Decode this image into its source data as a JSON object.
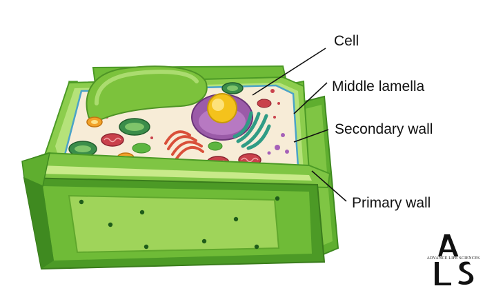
{
  "labels": {
    "cell": "Cell",
    "middle_lamella": "Middle lamella",
    "secondary_wall": "Secondary wall",
    "primary_wall": "Primary wall"
  },
  "logo": {
    "subtitle": "ADVANCE LIFE SCIENCES"
  },
  "colors": {
    "wall_dark": "#4c9a26",
    "wall_mid": "#6fbb37",
    "wall_light": "#9fd45a",
    "wall_highlight": "#c9ea8a",
    "cytoplasm": "#f7ecd7",
    "membrane": "#4aa3c8",
    "nucleus": "#9b5ba8",
    "nucleolus": "#f4c21c",
    "vacuole": "#7cc23c",
    "chloroplast": "#3b8d4a",
    "mitochondria": "#c9414b",
    "golgi": "#2f9c85",
    "er": "#d9503a"
  }
}
